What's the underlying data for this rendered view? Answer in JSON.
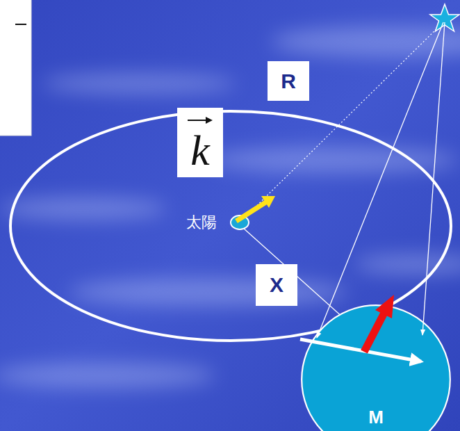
{
  "diagram": {
    "nodes": [
      {
        "text": [
          "R"
        ]
      },
      {
        "text": [
          "k"
        ]
      },
      {
        "text": [
          "X"
        ]
      },
      {
        "text": [
          "M"
        ]
      }
    ],
    "labels": [
      "太陽"
    ]
  }
}
